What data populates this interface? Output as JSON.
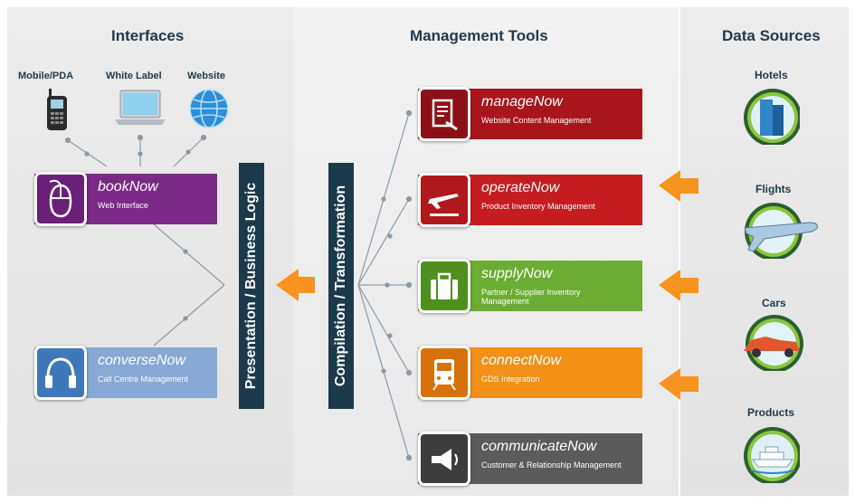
{
  "interfaces": {
    "heading": "Interfaces",
    "devices": [
      {
        "label": "Mobile/PDA",
        "icon": "mobile-phone-icon"
      },
      {
        "label": "White Label",
        "icon": "laptop-icon"
      },
      {
        "label": "Website",
        "icon": "globe-icon"
      }
    ],
    "products": [
      {
        "name_prefix": "book",
        "name_suffix": "Now",
        "desc": "Web Interface",
        "color": "#7b2a87",
        "icon": "mouse-icon"
      },
      {
        "name_prefix": "converse",
        "name_suffix": "Now",
        "desc": "Call Centre Management",
        "color": "#86a9d6",
        "icon": "headset-icon"
      }
    ]
  },
  "bars": {
    "presentation": "Presentation / Business Logic",
    "compilation": "Compilation / Transformation"
  },
  "management": {
    "heading": "Management Tools",
    "tools": [
      {
        "name_prefix": "manage",
        "name_suffix": "Now",
        "desc": "Website Content Management",
        "color": "#a8161c",
        "icon": "document-edit-icon"
      },
      {
        "name_prefix": "operate",
        "name_suffix": "Now",
        "desc": "Product Inventory Management",
        "color": "#c51d20",
        "icon": "airplane-icon"
      },
      {
        "name_prefix": "supply",
        "name_suffix": "Now",
        "desc": "Partner / Supplier Inventory Management",
        "color": "#6aad32",
        "icon": "suitcase-icon"
      },
      {
        "name_prefix": "connect",
        "name_suffix": "Now",
        "desc": "GDS Integration",
        "color": "#f29017",
        "icon": "train-icon"
      },
      {
        "name_prefix": "communicate",
        "name_suffix": "Now",
        "desc": "Customer & Relationship Management",
        "color": "#5b5b5b",
        "icon": "megaphone-icon"
      }
    ]
  },
  "data_sources": {
    "heading": "Data Sources",
    "items": [
      {
        "label": "Hotels",
        "icon": "hotel-building-icon"
      },
      {
        "label": "Flights",
        "icon": "airplane-icon"
      },
      {
        "label": "Cars",
        "icon": "car-icon"
      },
      {
        "label": "Products",
        "icon": "cruise-ship-icon"
      }
    ]
  },
  "colors": {
    "navy": "#1b3a4a",
    "arrow_orange": "#f7931e",
    "connector": "#8a9aa5"
  }
}
